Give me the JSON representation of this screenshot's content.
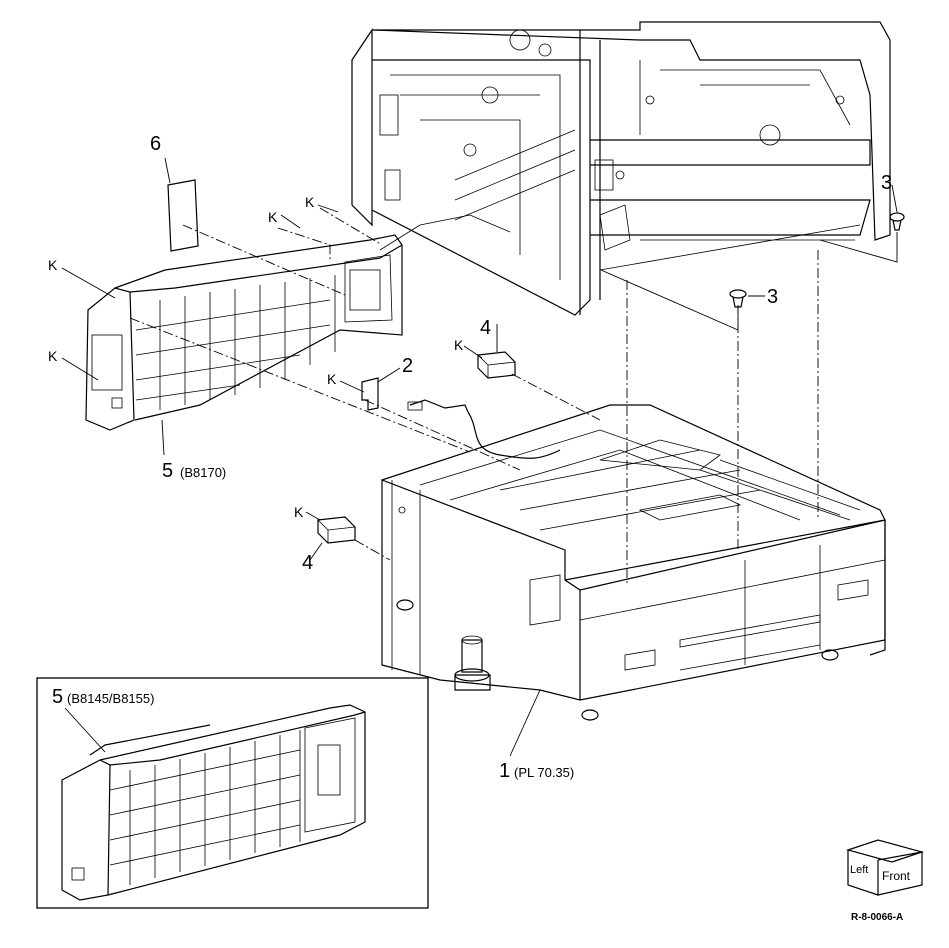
{
  "callouts": {
    "c1": "1",
    "c1_ref": "(PL 70.35)",
    "c2": "2",
    "c3a": "3",
    "c3b": "3",
    "c4a": "4",
    "c4b": "4",
    "c5": "5",
    "c5_ref": "(B8170)",
    "c5_inset": "5",
    "c5_inset_ref": "(B8145/B8155)",
    "c6": "6",
    "k": "K"
  },
  "orientation_cube": {
    "left": "Left",
    "front": "Front"
  },
  "figure_id": "R-8-0066-A"
}
